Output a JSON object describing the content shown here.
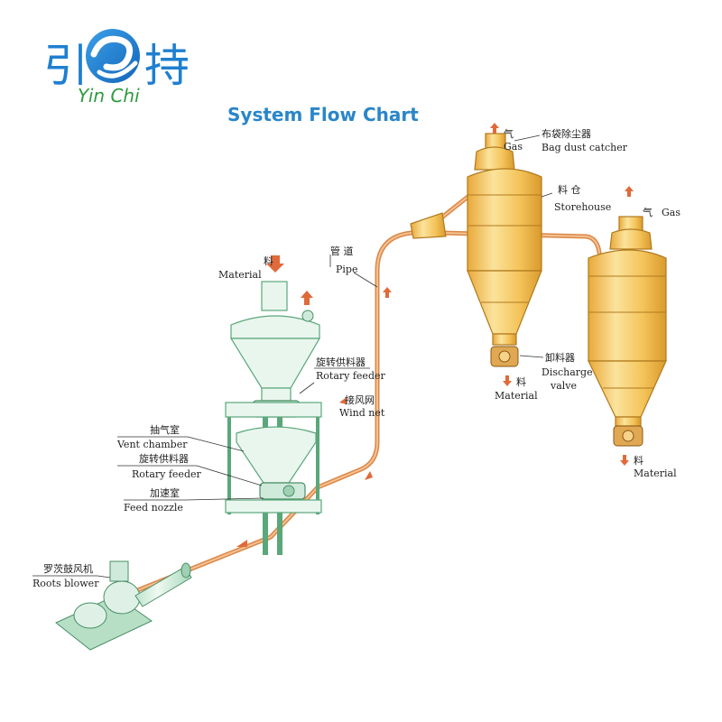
{
  "logo": {
    "left_char": "引",
    "right_char": "持",
    "brand": "Yin Chi",
    "brand_color": "#1f7fd0",
    "accent_color": "#2f9b3f"
  },
  "title": "System Flow Chart",
  "title_color": "#2a86c8",
  "labels": {
    "material_zh": "料",
    "material_en": "Material",
    "pipe_zh": "管 道",
    "pipe_en": "Pipe",
    "rotary_feeder_top_zh": "旋转供料器",
    "rotary_feeder_top_en": "Rotary feeder",
    "wind_net_zh": "接风网",
    "wind_net_en": "Wind net",
    "vent_chamber_zh": "抽气室",
    "vent_chamber_en": "Vent chamber",
    "rotary_feeder_zh": "旋转供料器",
    "rotary_feeder_en": "Rotary feeder",
    "feed_nozzle_zh": "加速室",
    "feed_nozzle_en": "Feed nozzle",
    "roots_blower_zh": "罗茨鼓风机",
    "roots_blower_en": "Roots blower",
    "gas_zh": "气",
    "gas_en": "Gas",
    "bag_dust_catcher_zh": "布袋除尘器",
    "bag_dust_catcher_en": "Bag dust catcher",
    "storehouse_zh": "料 仓",
    "storehouse_en": "Storehouse",
    "gas2_zh": "气",
    "gas2_en": "Gas",
    "discharge_valve_zh": "卸料器",
    "discharge_valve_en_1": "Discharge",
    "discharge_valve_en_2": "valve",
    "material1_zh": "料",
    "material1_en": "Material",
    "material2_zh": "料",
    "material2_en": "Material"
  },
  "colors": {
    "tank_fill": "#f4c45a",
    "tank_highlight": "#fbe39c",
    "pipe": "#d9894a",
    "frame": "#5aa77a",
    "arrow": "#e06a3a"
  }
}
